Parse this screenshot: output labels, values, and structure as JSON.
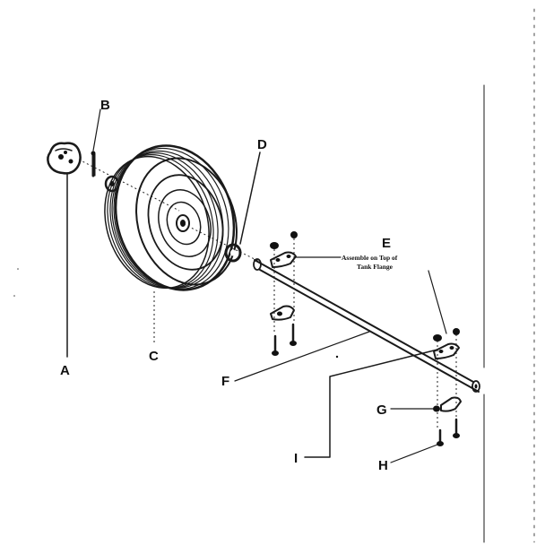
{
  "diagram": {
    "labels": {
      "a": "A",
      "b": "B",
      "c": "C",
      "d": "D",
      "e": "E",
      "f": "F",
      "g": "G",
      "h": "H",
      "i": "I"
    },
    "note_line1": "Assemble on Top of",
    "note_line2": "Tank Flange"
  }
}
